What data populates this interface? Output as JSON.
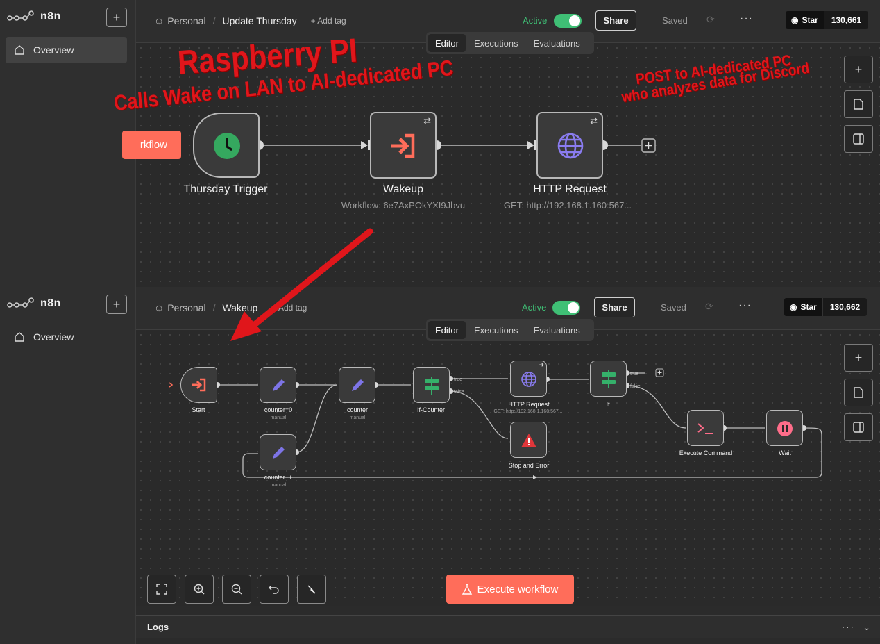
{
  "top": {
    "logo": "n8n",
    "sidebar_item": "Overview",
    "project": "Personal",
    "workflow_name": "Update Thursday",
    "add_tag": "+ Add tag",
    "active_label": "Active",
    "share": "Share",
    "saved": "Saved",
    "star": "Star",
    "star_count": "130,661",
    "tabs": [
      "Editor",
      "Executions",
      "Evaluations"
    ],
    "partial_button": "rkflow",
    "nodes": [
      {
        "label": "Thursday Trigger",
        "sub": "",
        "icon": "clock-icon"
      },
      {
        "label": "Wakeup",
        "sub": "Workflow: 6e7AxPOkYXI9Jbvu",
        "icon": "execute-workflow-icon"
      },
      {
        "label": "HTTP Request",
        "sub": "GET: http://192.168.1.160:567...",
        "icon": "globe-icon"
      }
    ]
  },
  "annotations": {
    "title": "Raspberry PI",
    "line1": "Calls Wake on LAN to AI-dedicated PC",
    "line2a": "POST to AI-dedicated PC",
    "line2b": "who analyzes data for Discord"
  },
  "bottom": {
    "logo": "n8n",
    "sidebar_item": "Overview",
    "project": "Personal",
    "workflow_name": "Wakeup",
    "add_tag": "+ Add tag",
    "active_label": "Active",
    "share": "Share",
    "saved": "Saved",
    "star": "Star",
    "star_count": "130,662",
    "tabs": [
      "Editor",
      "Executions",
      "Evaluations"
    ],
    "nodes": [
      {
        "label": "Start",
        "sub": "",
        "icon": "sign-in-icon"
      },
      {
        "label": "counter=0",
        "sub": "manual",
        "icon": "pencil-icon"
      },
      {
        "label": "counter",
        "sub": "manual",
        "icon": "pencil-icon"
      },
      {
        "label": "If-Counter",
        "sub": "",
        "icon": "if-icon"
      },
      {
        "label": "HTTP Request",
        "sub": "GET: http://192.168.1.160:567...",
        "icon": "globe-icon"
      },
      {
        "label": "If",
        "sub": "",
        "icon": "if-icon"
      },
      {
        "label": "Stop and Error",
        "sub": "",
        "icon": "warning-icon"
      },
      {
        "label": "counter++",
        "sub": "manual",
        "icon": "pencil-icon"
      },
      {
        "label": "Execute Command",
        "sub": "",
        "icon": "terminal-icon"
      },
      {
        "label": "Wait",
        "sub": "",
        "icon": "pause-icon"
      }
    ],
    "branch_true": "true",
    "branch_false": "false",
    "execute_button": "Execute workflow",
    "logs": "Logs",
    "logs_more": "···"
  }
}
